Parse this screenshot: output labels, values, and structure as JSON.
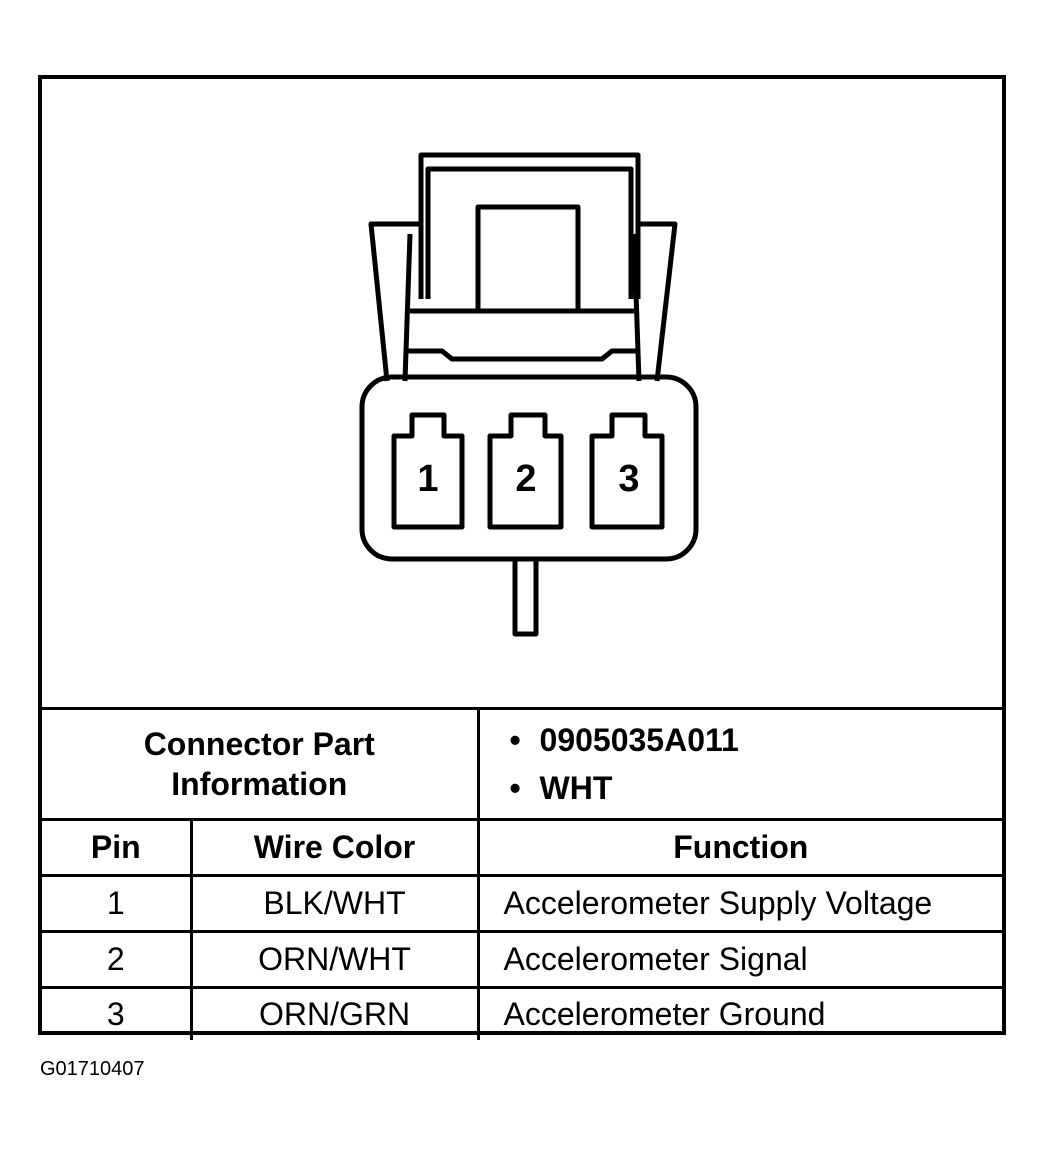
{
  "connector": {
    "pins": [
      "1",
      "2",
      "3"
    ]
  },
  "part_info": {
    "label_line1": "Connector Part",
    "label_line2": "Information",
    "items": [
      "0905035A011",
      "WHT"
    ]
  },
  "table": {
    "headers": {
      "pin": "Pin",
      "wire_color": "Wire Color",
      "function": "Function"
    },
    "rows": [
      {
        "pin": "1",
        "wire_color": "BLK/WHT",
        "function": "Accelerometer Supply Voltage"
      },
      {
        "pin": "2",
        "wire_color": "ORN/WHT",
        "function": "Accelerometer Signal"
      },
      {
        "pin": "3",
        "wire_color": "ORN/GRN",
        "function": "Accelerometer Ground"
      }
    ]
  },
  "figure_id": "G01710407"
}
